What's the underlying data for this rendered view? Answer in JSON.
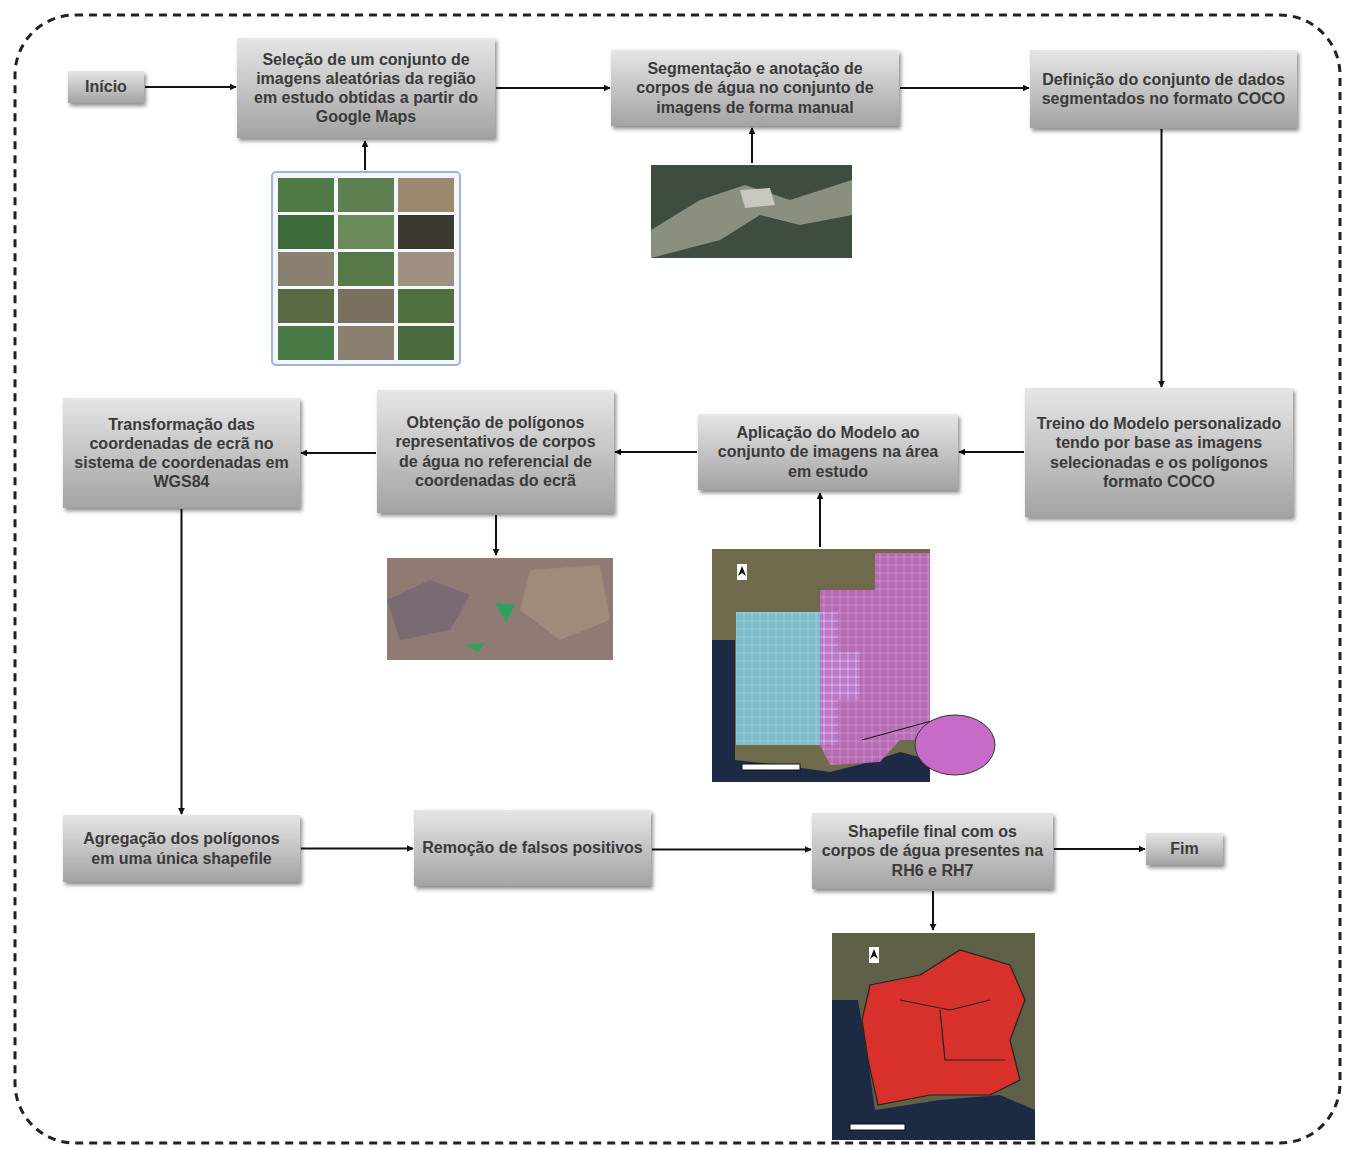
{
  "diagram": {
    "nodes": [
      {
        "text": [
          "Início"
        ]
      },
      {
        "text": [
          "Seleção de um conjunto de imagens aleatórias da região em estudo obtidas a partir do Google Maps"
        ]
      },
      {
        "text": [
          "Segmentação e anotação de corpos de água no conjunto de imagens de forma manual"
        ]
      },
      {
        "text": [
          "Definição do conjunto de dados segmentados no formato COCO"
        ]
      },
      {
        "text": [
          "Transformação das coordenadas de ecrã no sistema de coordenadas em WGS84"
        ]
      },
      {
        "text": [
          "Obtenção de polígonos representativos de corpos de água no referencial de coordenadas do ecrã"
        ]
      },
      {
        "text": [
          "Aplicação do Modelo ao conjunto de imagens na área em estudo"
        ]
      },
      {
        "text": [
          "Treino do Modelo personalizado tendo por base as imagens selecionadas e os polígonos formato COCO"
        ]
      },
      {
        "text": [
          "Agregação dos polígonos em uma única shapefile"
        ]
      },
      {
        "text": [
          "Remoção de falsos positivos"
        ]
      },
      {
        "text": [
          "Shapefile final com os corpos de água presentes na RH6 e RH7"
        ]
      },
      {
        "text": [
          "Fim"
        ]
      }
    ],
    "edges": [
      {
        "from": 0,
        "to": 1,
        "arrow": "to"
      },
      {
        "from": 1,
        "to": 2,
        "arrow": "to"
      },
      {
        "from": 2,
        "to": 3,
        "arrow": "to"
      },
      {
        "from": 3,
        "to": 7,
        "arrow": "to"
      },
      {
        "from": 7,
        "to": 6,
        "arrow": "to"
      },
      {
        "from": 6,
        "to": 5,
        "arrow": "to"
      },
      {
        "from": 5,
        "to": 4,
        "arrow": "to"
      },
      {
        "from": 4,
        "to": 8,
        "arrow": "to"
      },
      {
        "from": 8,
        "to": 9,
        "arrow": "to"
      },
      {
        "from": 9,
        "to": 10,
        "arrow": "to"
      },
      {
        "from": 10,
        "to": 11,
        "arrow": "to"
      }
    ]
  }
}
